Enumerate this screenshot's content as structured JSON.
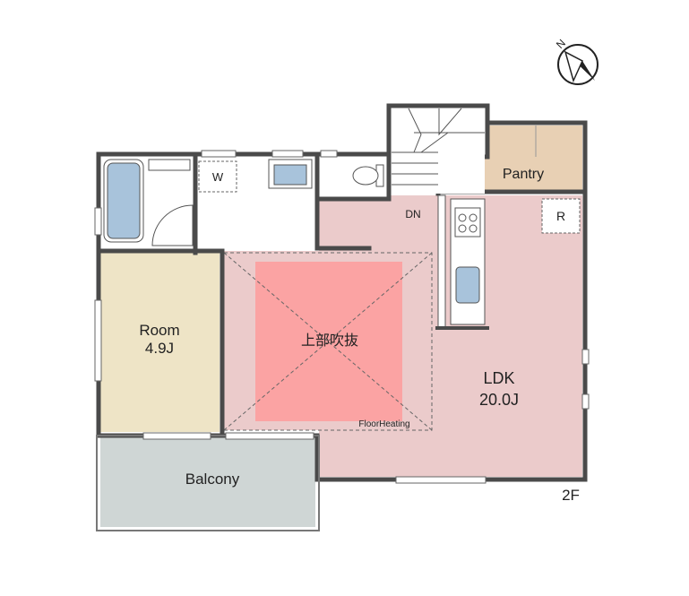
{
  "compass": {
    "label": "N",
    "icon": "north-arrow-icon"
  },
  "floor_label": "2F",
  "rooms": {
    "pantry": {
      "name": "Pantry"
    },
    "ldk": {
      "name": "LDK",
      "area": "20.0J"
    },
    "room": {
      "name": "Room",
      "area": "4.9J"
    },
    "balcony": {
      "name": "Balcony"
    },
    "void": {
      "name": "上部吹抜"
    },
    "floor_heating": {
      "name": "FloorHeating"
    }
  },
  "fixtures": {
    "washer": "W",
    "refrigerator": "R",
    "stairs_down": "DN"
  },
  "colors": {
    "wall": "#4a4a4a",
    "ldk_floor": "#ebcbcb",
    "void": "#fba3a3",
    "room_floor": "#eee4c6",
    "pantry_floor": "#e8d0b4",
    "balcony": "#cfd6d5",
    "fixture_blue": "#a8c3db"
  }
}
